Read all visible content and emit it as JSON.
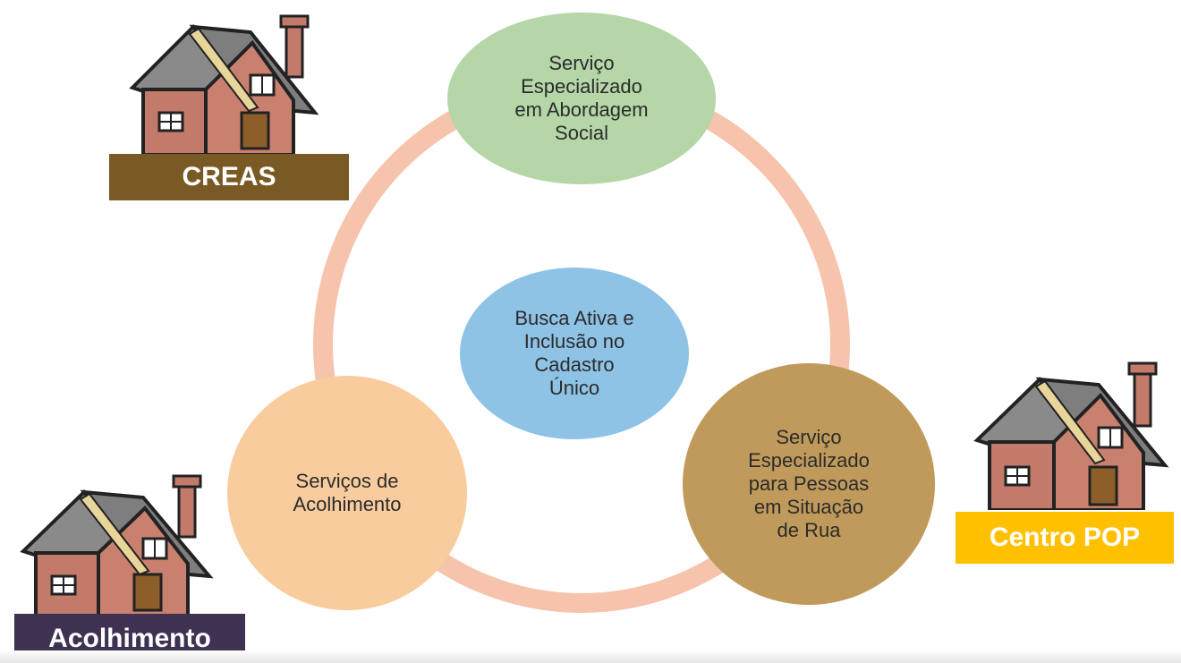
{
  "center": {
    "label": "Busca Ativa e\nInclusão no\nCadastro\nÚnico",
    "color": "#8fc3e6"
  },
  "nodes": [
    {
      "id": "abordagem",
      "label": "Serviço\nEspecializado\nem Abordagem\nSocial",
      "color": "#b5d6a7"
    },
    {
      "id": "pop-service",
      "label": "Serviço\nEspecializado\npara Pessoas\nem Situação\nde Rua",
      "color": "#c09a5b"
    },
    {
      "id": "acolhimento-service",
      "label": "Serviços de\nAcolhimento",
      "color": "#f9cc9e"
    }
  ],
  "ring_color": "#f6c3ac",
  "houses": [
    {
      "id": "creas",
      "label": "CREAS",
      "label_color": "#7a5a24"
    },
    {
      "id": "centro-pop",
      "label": "Centro POP",
      "label_color": "#ffc000"
    },
    {
      "id": "acolhimento",
      "label": "Acolhimento",
      "label_color": "#3f3151"
    }
  ],
  "icons": {
    "house": "house-icon"
  }
}
